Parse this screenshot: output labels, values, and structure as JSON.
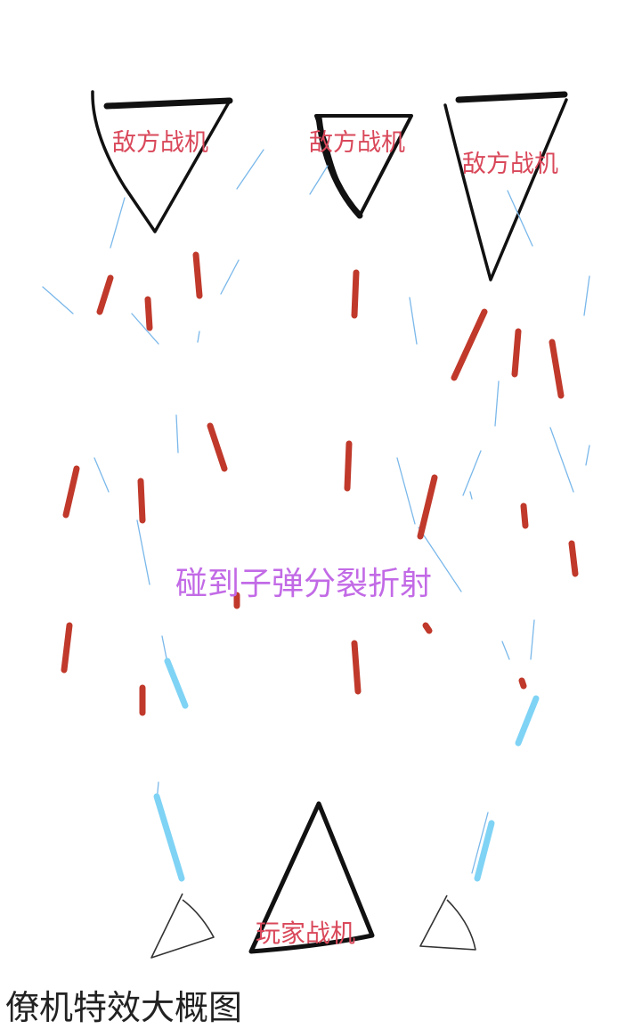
{
  "labels": {
    "enemy_1": "敌方战机",
    "enemy_2": "敌方战机",
    "enemy_3": "敌方战机",
    "player": "玩家战机",
    "effect": "碰到子弹分裂折射"
  },
  "caption": "僚机特效大概图",
  "colors": {
    "outline": "#111111",
    "enemy_bullet": "#c0392b",
    "player_bullet": "#7fd3f5",
    "trail": "#7ab8ea",
    "label": "#d9485a",
    "effect_label": "#c26ae6"
  }
}
